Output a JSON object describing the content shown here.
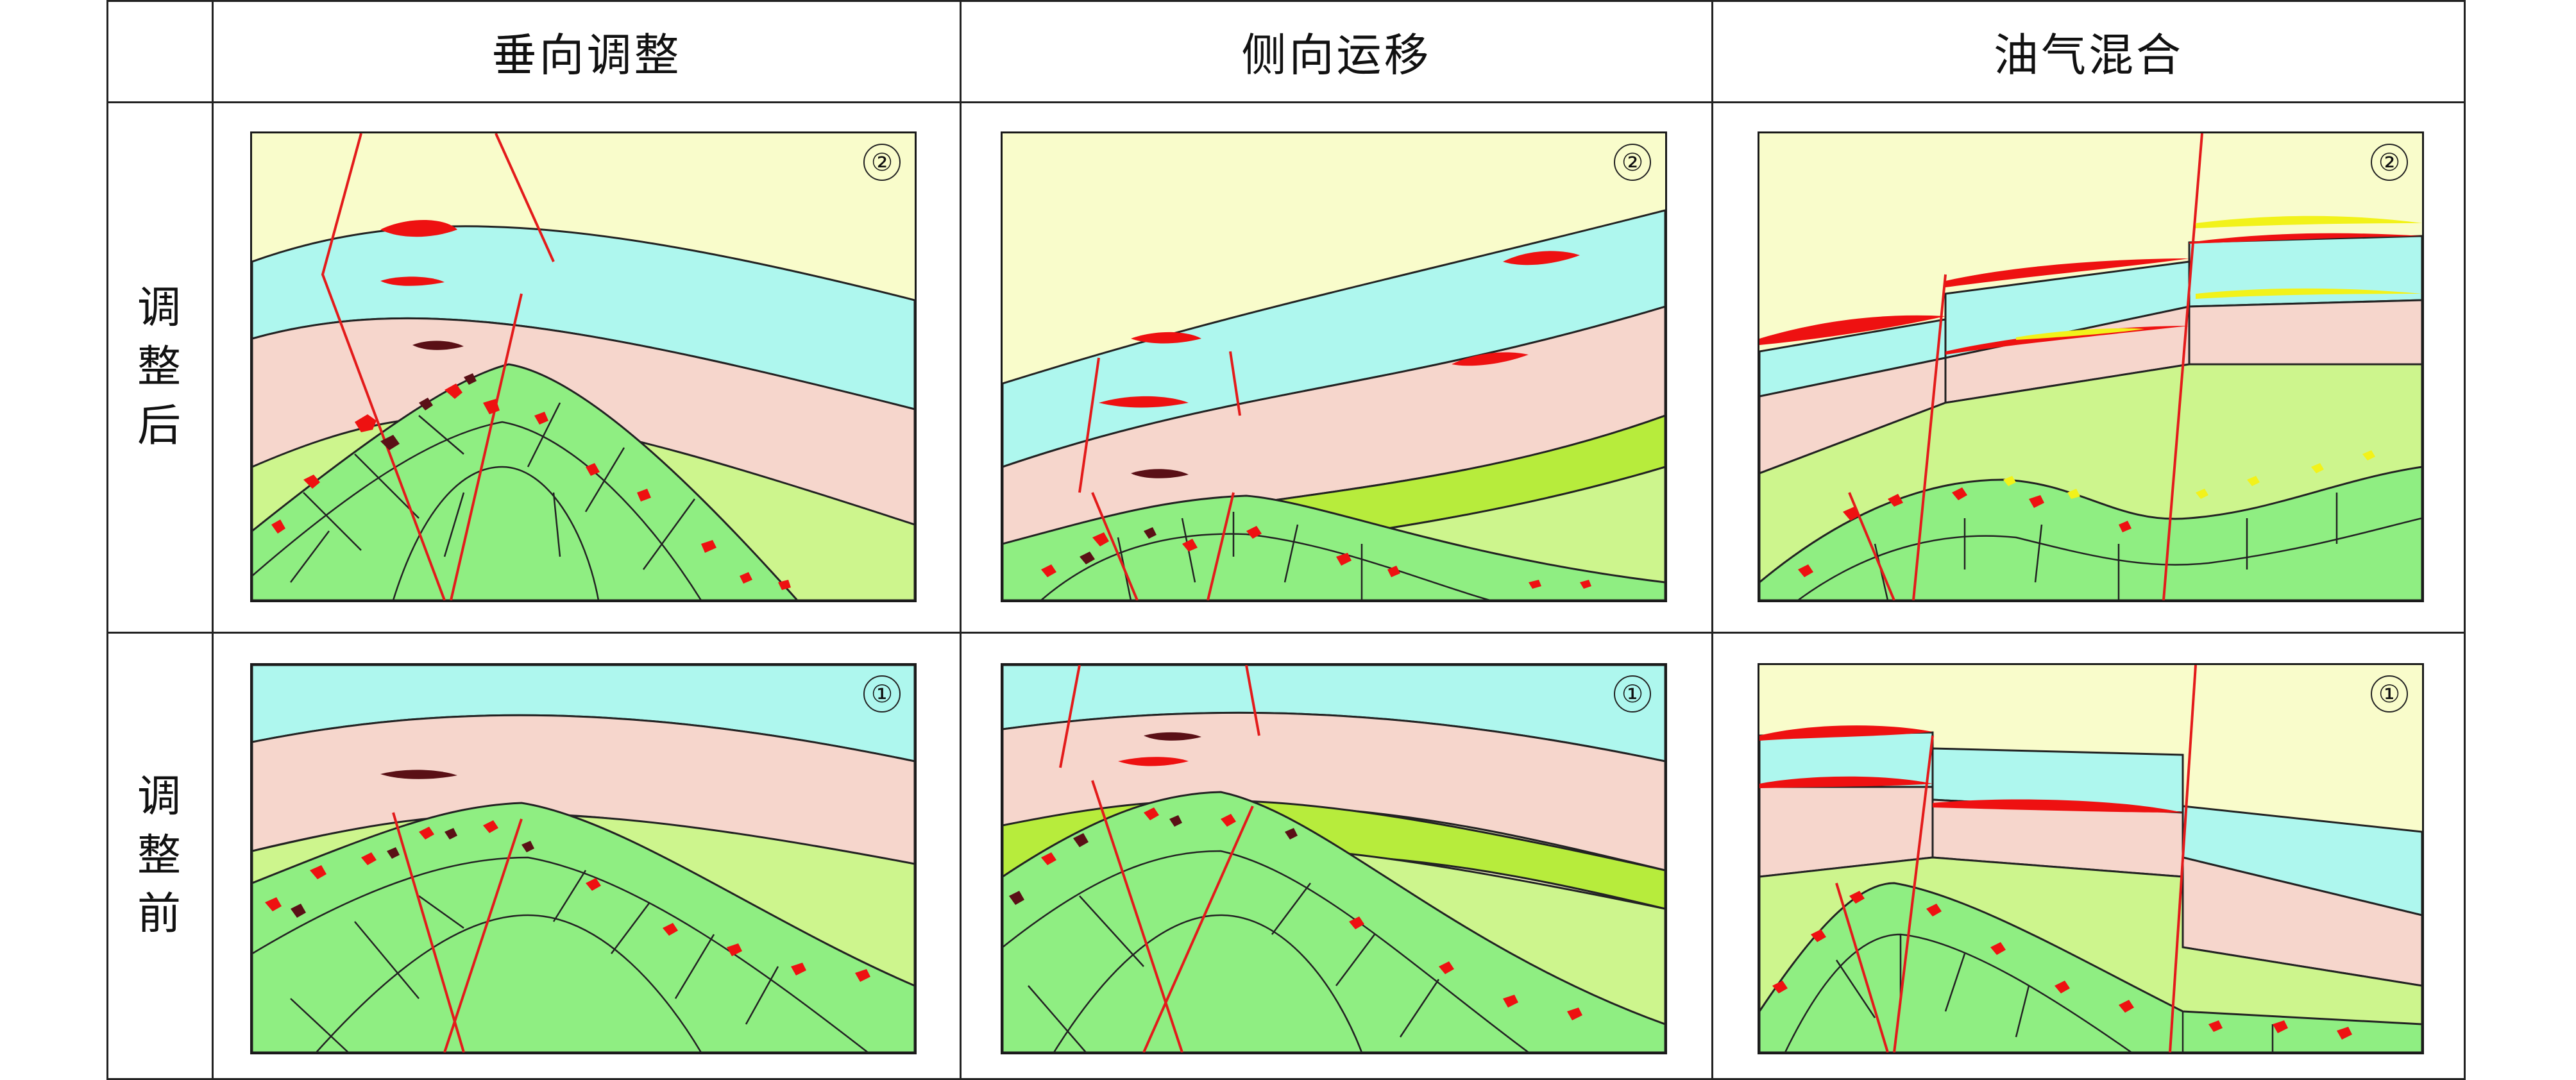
{
  "columns": [
    {
      "label": "垂向调整"
    },
    {
      "label": "侧向运移"
    },
    {
      "label": "油气混合"
    }
  ],
  "rows": [
    {
      "label": [
        "调",
        "整",
        "后"
      ],
      "badge": "②"
    },
    {
      "label": [
        "调",
        "整",
        "前"
      ],
      "badge": "①"
    }
  ],
  "colors": {
    "top_layer": "#f9fccb",
    "cyan_layer": "#aef7ee",
    "pink_layer": "#f6d6cc",
    "green_light": "#cdf58d",
    "green_bright": "#b7ec3c",
    "green_block": "#8fee82",
    "oil_red": "#ee1111",
    "oil_dark": "#5a1016",
    "gas_yellow": "#f2f21a",
    "fault_red": "#e31b1b"
  }
}
